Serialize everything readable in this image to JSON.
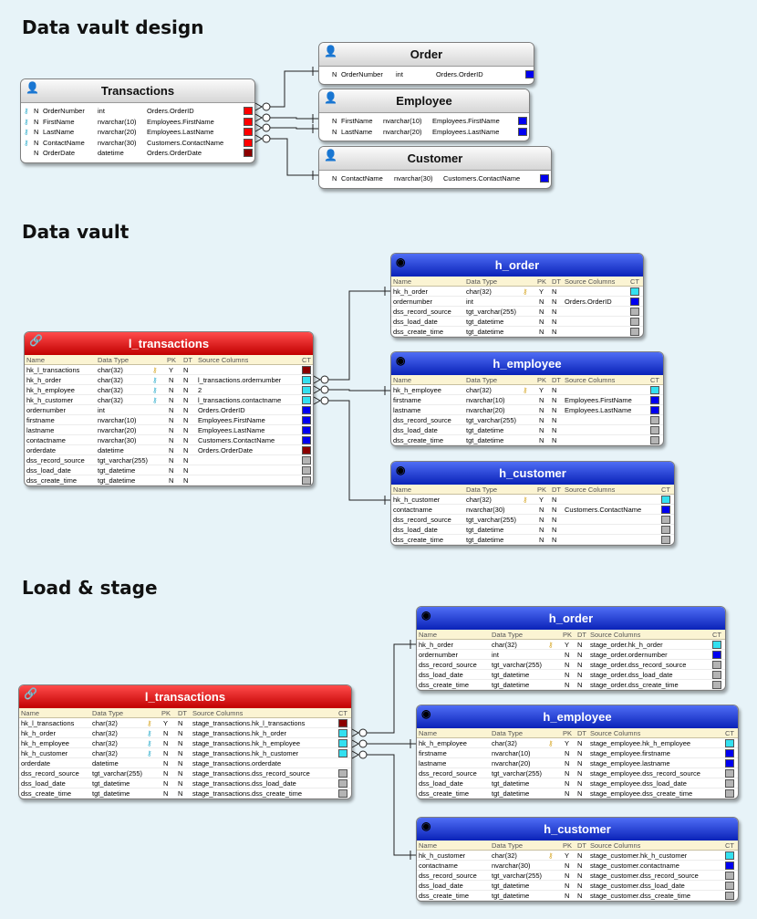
{
  "sections": {
    "design": "Data vault design",
    "vault": "Data vault",
    "load": "Load & stage"
  },
  "colors": {
    "red": "#ff0000",
    "darkred": "#8b0000",
    "cyan": "#33e0f0",
    "blue": "#0000f0",
    "gray": "#b4b4b4"
  },
  "icons": {
    "design": "user-icon",
    "hub": "globe-icon",
    "link": "link-icon",
    "key": "key-icon"
  },
  "headers": {
    "name": "Name",
    "type": "Data Type",
    "pk": "PK",
    "dt": "DT",
    "src": "Source Columns",
    "ct": "CT"
  },
  "design": {
    "transactions": {
      "title": "Transactions",
      "rows": [
        {
          "key": "cyan",
          "n": "N",
          "name": "OrderNumber",
          "type": "int",
          "src": "Orders.OrderID",
          "ct": "red"
        },
        {
          "key": "cyan",
          "n": "N",
          "name": "FirstName",
          "type": "nvarchar(10)",
          "src": "Employees.FirstName",
          "ct": "red"
        },
        {
          "key": "cyan",
          "n": "N",
          "name": "LastName",
          "type": "nvarchar(20)",
          "src": "Employees.LastName",
          "ct": "red"
        },
        {
          "key": "cyan",
          "n": "N",
          "name": "ContactName",
          "type": "nvarchar(30)",
          "src": "Customers.ContactName",
          "ct": "red"
        },
        {
          "key": "",
          "n": "N",
          "name": "OrderDate",
          "type": "datetime",
          "src": "Orders.OrderDate",
          "ct": "darkred"
        }
      ]
    },
    "order": {
      "title": "Order",
      "rows": [
        {
          "n": "N",
          "name": "OrderNumber",
          "type": "int",
          "src": "Orders.OrderID",
          "ct": "blue"
        }
      ]
    },
    "employee": {
      "title": "Employee",
      "rows": [
        {
          "n": "N",
          "name": "FirstName",
          "type": "nvarchar(10)",
          "src": "Employees.FirstName",
          "ct": "blue"
        },
        {
          "n": "N",
          "name": "LastName",
          "type": "nvarchar(20)",
          "src": "Employees.LastName",
          "ct": "blue"
        }
      ]
    },
    "customer": {
      "title": "Customer",
      "rows": [
        {
          "n": "N",
          "name": "ContactName",
          "type": "nvarchar(30)",
          "src": "Customers.ContactName",
          "ct": "blue"
        }
      ]
    }
  },
  "vault": {
    "l_transactions": {
      "title": "l_transactions",
      "rows": [
        {
          "name": "hk_l_transactions",
          "type": "char(32)",
          "key": "gold",
          "pk": "Y",
          "dt": "N",
          "src": "",
          "ct": "darkred"
        },
        {
          "name": "hk_h_order",
          "type": "char(32)",
          "key": "cyan",
          "pk": "N",
          "dt": "N",
          "src": "l_transactions.ordernumber",
          "ct": "cyan"
        },
        {
          "name": "hk_h_employee",
          "type": "char(32)",
          "key": "cyan",
          "pk": "N",
          "dt": "N",
          "src": "2",
          "ct": "cyan"
        },
        {
          "name": "hk_h_customer",
          "type": "char(32)",
          "key": "cyan",
          "pk": "N",
          "dt": "N",
          "src": "l_transactions.contactname",
          "ct": "cyan"
        },
        {
          "name": "ordernumber",
          "type": "int",
          "key": "",
          "pk": "N",
          "dt": "N",
          "src": "Orders.OrderID",
          "ct": "blue"
        },
        {
          "name": "firstname",
          "type": "nvarchar(10)",
          "key": "",
          "pk": "N",
          "dt": "N",
          "src": "Employees.FirstName",
          "ct": "blue"
        },
        {
          "name": "lastname",
          "type": "nvarchar(20)",
          "key": "",
          "pk": "N",
          "dt": "N",
          "src": "Employees.LastName",
          "ct": "blue"
        },
        {
          "name": "contactname",
          "type": "nvarchar(30)",
          "key": "",
          "pk": "N",
          "dt": "N",
          "src": "Customers.ContactName",
          "ct": "blue"
        },
        {
          "name": "orderdate",
          "type": "datetime",
          "key": "",
          "pk": "N",
          "dt": "N",
          "src": "Orders.OrderDate",
          "ct": "darkred"
        },
        {
          "name": "dss_record_source",
          "type": "tgt_varchar(255)",
          "key": "",
          "pk": "N",
          "dt": "N",
          "src": "",
          "ct": "gray"
        },
        {
          "name": "dss_load_date",
          "type": "tgt_datetime",
          "key": "",
          "pk": "N",
          "dt": "N",
          "src": "",
          "ct": "gray"
        },
        {
          "name": "dss_create_time",
          "type": "tgt_datetime",
          "key": "",
          "pk": "N",
          "dt": "N",
          "src": "",
          "ct": "gray"
        }
      ]
    },
    "h_order": {
      "title": "h_order",
      "rows": [
        {
          "name": "hk_h_order",
          "type": "char(32)",
          "key": "gold",
          "pk": "Y",
          "dt": "N",
          "src": "",
          "ct": "cyan"
        },
        {
          "name": "ordernumber",
          "type": "int",
          "key": "",
          "pk": "N",
          "dt": "N",
          "src": "Orders.OrderID",
          "ct": "blue"
        },
        {
          "name": "dss_record_source",
          "type": "tgt_varchar(255)",
          "key": "",
          "pk": "N",
          "dt": "N",
          "src": "",
          "ct": "gray"
        },
        {
          "name": "dss_load_date",
          "type": "tgt_datetime",
          "key": "",
          "pk": "N",
          "dt": "N",
          "src": "",
          "ct": "gray"
        },
        {
          "name": "dss_create_time",
          "type": "tgt_datetime",
          "key": "",
          "pk": "N",
          "dt": "N",
          "src": "",
          "ct": "gray"
        }
      ]
    },
    "h_employee": {
      "title": "h_employee",
      "rows": [
        {
          "name": "hk_h_employee",
          "type": "char(32)",
          "key": "gold",
          "pk": "Y",
          "dt": "N",
          "src": "",
          "ct": "cyan"
        },
        {
          "name": "firstname",
          "type": "nvarchar(10)",
          "key": "",
          "pk": "N",
          "dt": "N",
          "src": "Employees.FirstName",
          "ct": "blue"
        },
        {
          "name": "lastname",
          "type": "nvarchar(20)",
          "key": "",
          "pk": "N",
          "dt": "N",
          "src": "Employees.LastName",
          "ct": "blue"
        },
        {
          "name": "dss_record_source",
          "type": "tgt_varchar(255)",
          "key": "",
          "pk": "N",
          "dt": "N",
          "src": "",
          "ct": "gray"
        },
        {
          "name": "dss_load_date",
          "type": "tgt_datetime",
          "key": "",
          "pk": "N",
          "dt": "N",
          "src": "",
          "ct": "gray"
        },
        {
          "name": "dss_create_time",
          "type": "tgt_datetime",
          "key": "",
          "pk": "N",
          "dt": "N",
          "src": "",
          "ct": "gray"
        }
      ]
    },
    "h_customer": {
      "title": "h_customer",
      "rows": [
        {
          "name": "hk_h_customer",
          "type": "char(32)",
          "key": "gold",
          "pk": "Y",
          "dt": "N",
          "src": "",
          "ct": "cyan"
        },
        {
          "name": "contactname",
          "type": "nvarchar(30)",
          "key": "",
          "pk": "N",
          "dt": "N",
          "src": "Customers.ContactName",
          "ct": "blue"
        },
        {
          "name": "dss_record_source",
          "type": "tgt_varchar(255)",
          "key": "",
          "pk": "N",
          "dt": "N",
          "src": "",
          "ct": "gray"
        },
        {
          "name": "dss_load_date",
          "type": "tgt_datetime",
          "key": "",
          "pk": "N",
          "dt": "N",
          "src": "",
          "ct": "gray"
        },
        {
          "name": "dss_create_time",
          "type": "tgt_datetime",
          "key": "",
          "pk": "N",
          "dt": "N",
          "src": "",
          "ct": "gray"
        }
      ]
    }
  },
  "load": {
    "l_transactions": {
      "title": "l_transactions",
      "rows": [
        {
          "name": "hk_l_transactions",
          "type": "char(32)",
          "key": "gold",
          "pk": "Y",
          "dt": "N",
          "src": "stage_transactions.hk_l_transactions",
          "ct": "darkred"
        },
        {
          "name": "hk_h_order",
          "type": "char(32)",
          "key": "cyan",
          "pk": "N",
          "dt": "N",
          "src": "stage_transactions.hk_h_order",
          "ct": "cyan"
        },
        {
          "name": "hk_h_employee",
          "type": "char(32)",
          "key": "cyan",
          "pk": "N",
          "dt": "N",
          "src": "stage_transactions.hk_h_employee",
          "ct": "cyan"
        },
        {
          "name": "hk_h_customer",
          "type": "char(32)",
          "key": "cyan",
          "pk": "N",
          "dt": "N",
          "src": "stage_transactions.hk_h_customer",
          "ct": "cyan"
        },
        {
          "name": "orderdate",
          "type": "datetime",
          "key": "",
          "pk": "N",
          "dt": "N",
          "src": "stage_transactions.orderdate",
          "ct": ""
        },
        {
          "name": "dss_record_source",
          "type": "tgt_varchar(255)",
          "key": "",
          "pk": "N",
          "dt": "N",
          "src": "stage_transactions.dss_record_source",
          "ct": "gray"
        },
        {
          "name": "dss_load_date",
          "type": "tgt_datetime",
          "key": "",
          "pk": "N",
          "dt": "N",
          "src": "stage_transactions.dss_load_date",
          "ct": "gray"
        },
        {
          "name": "dss_create_time",
          "type": "tgt_datetime",
          "key": "",
          "pk": "N",
          "dt": "N",
          "src": "stage_transactions.dss_create_time",
          "ct": "gray"
        }
      ]
    },
    "h_order": {
      "title": "h_order",
      "rows": [
        {
          "name": "hk_h_order",
          "type": "char(32)",
          "key": "gold",
          "pk": "Y",
          "dt": "N",
          "src": "stage_order.hk_h_order",
          "ct": "cyan"
        },
        {
          "name": "ordernumber",
          "type": "int",
          "key": "",
          "pk": "N",
          "dt": "N",
          "src": "stage_order.ordernumber",
          "ct": "blue"
        },
        {
          "name": "dss_record_source",
          "type": "tgt_varchar(255)",
          "key": "",
          "pk": "N",
          "dt": "N",
          "src": "stage_order.dss_record_source",
          "ct": "gray"
        },
        {
          "name": "dss_load_date",
          "type": "tgt_datetime",
          "key": "",
          "pk": "N",
          "dt": "N",
          "src": "stage_order.dss_load_date",
          "ct": "gray"
        },
        {
          "name": "dss_create_time",
          "type": "tgt_datetime",
          "key": "",
          "pk": "N",
          "dt": "N",
          "src": "stage_order.dss_create_time",
          "ct": "gray"
        }
      ]
    },
    "h_employee": {
      "title": "h_employee",
      "rows": [
        {
          "name": "hk_h_employee",
          "type": "char(32)",
          "key": "gold",
          "pk": "Y",
          "dt": "N",
          "src": "stage_employee.hk_h_employee",
          "ct": "cyan"
        },
        {
          "name": "firstname",
          "type": "nvarchar(10)",
          "key": "",
          "pk": "N",
          "dt": "N",
          "src": "stage_employee.firstname",
          "ct": "blue"
        },
        {
          "name": "lastname",
          "type": "nvarchar(20)",
          "key": "",
          "pk": "N",
          "dt": "N",
          "src": "stage_employee.lastname",
          "ct": "blue"
        },
        {
          "name": "dss_record_source",
          "type": "tgt_varchar(255)",
          "key": "",
          "pk": "N",
          "dt": "N",
          "src": "stage_employee.dss_record_source",
          "ct": "gray"
        },
        {
          "name": "dss_load_date",
          "type": "tgt_datetime",
          "key": "",
          "pk": "N",
          "dt": "N",
          "src": "stage_employee.dss_load_date",
          "ct": "gray"
        },
        {
          "name": "dss_create_time",
          "type": "tgt_datetime",
          "key": "",
          "pk": "N",
          "dt": "N",
          "src": "stage_employee.dss_create_time",
          "ct": "gray"
        }
      ]
    },
    "h_customer": {
      "title": "h_customer",
      "rows": [
        {
          "name": "hk_h_customer",
          "type": "char(32)",
          "key": "gold",
          "pk": "Y",
          "dt": "N",
          "src": "stage_customer.hk_h_customer",
          "ct": "cyan"
        },
        {
          "name": "contactname",
          "type": "nvarchar(30)",
          "key": "",
          "pk": "N",
          "dt": "N",
          "src": "stage_customer.contactname",
          "ct": "blue"
        },
        {
          "name": "dss_record_source",
          "type": "tgt_varchar(255)",
          "key": "",
          "pk": "N",
          "dt": "N",
          "src": "stage_customer.dss_record_source",
          "ct": "gray"
        },
        {
          "name": "dss_load_date",
          "type": "tgt_datetime",
          "key": "",
          "pk": "N",
          "dt": "N",
          "src": "stage_customer.dss_load_date",
          "ct": "gray"
        },
        {
          "name": "dss_create_time",
          "type": "tgt_datetime",
          "key": "",
          "pk": "N",
          "dt": "N",
          "src": "stage_customer.dss_create_time",
          "ct": "gray"
        }
      ]
    }
  }
}
